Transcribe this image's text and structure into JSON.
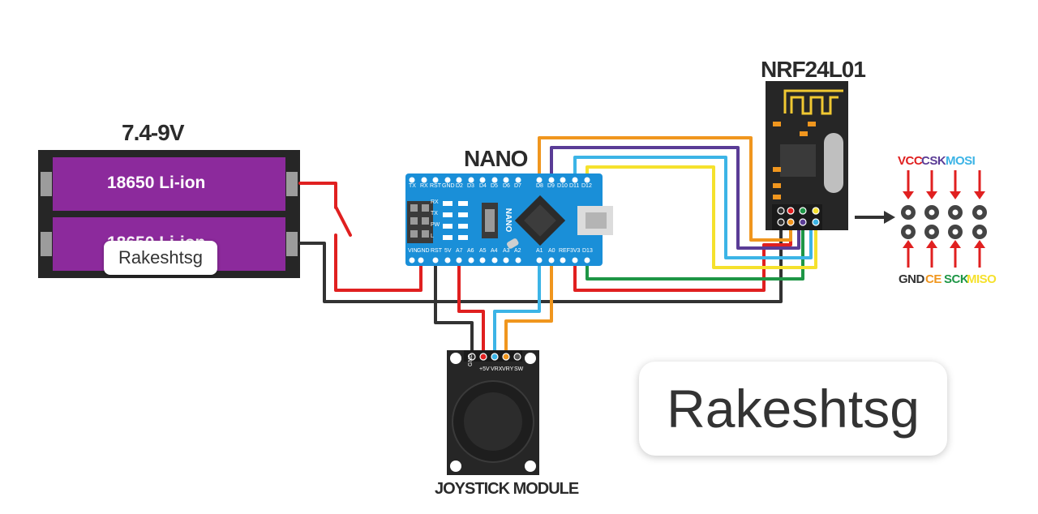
{
  "battery": {
    "voltage_label": "7.4-9V",
    "cell_top_label": "18650 Li-ion",
    "cell_bottom_label": "18650 Li-ion",
    "watermark": "Rakeshtsg"
  },
  "nano": {
    "title": "NANO",
    "top_pins": [
      "TX",
      "RX",
      "RST",
      "GND",
      "D2",
      "D3",
      "D4",
      "D5",
      "D6",
      "D7",
      "D8",
      "D9",
      "D10",
      "D11",
      "D12"
    ],
    "bottom_pins": [
      "VIN",
      "GND",
      "RST",
      "5V",
      "A7",
      "A6",
      "A5",
      "A4",
      "A3",
      "A2",
      "A1",
      "A0",
      "REF",
      "3V3",
      "D13"
    ],
    "leds": [
      "RX",
      "TX",
      "PW",
      "L"
    ],
    "board_text": "NANO"
  },
  "nrf": {
    "title": "NRF24L01",
    "top_pins": [
      "VCC",
      "CSK",
      "MOSI"
    ],
    "bottom_pins": [
      "GND",
      "CE",
      "SCK",
      "MISO"
    ]
  },
  "joystick": {
    "title": "JOYSTICK MODULE",
    "pins": [
      "GND",
      "+5V",
      "VRX",
      "VRY",
      "SW"
    ]
  },
  "watermark": {
    "text": "Rakeshtsg"
  },
  "colors": {
    "red": "#e02020",
    "black": "#333333",
    "orange": "#f0961e",
    "purple": "#5a3c96",
    "blue": "#3cb4e6",
    "yellow": "#f5e12d",
    "green": "#1e9646",
    "nano_blue": "#1a8fd8",
    "cell_purple": "#8c2a9c"
  }
}
